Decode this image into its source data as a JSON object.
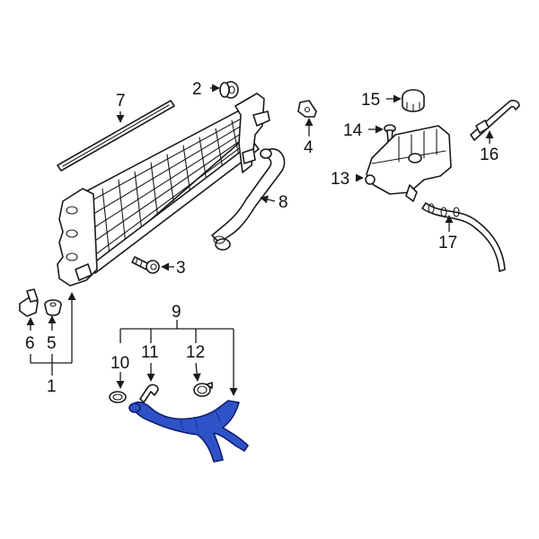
{
  "callouts": {
    "c1": "1",
    "c2": "2",
    "c3": "3",
    "c4": "4",
    "c5": "5",
    "c6": "6",
    "c7": "7",
    "c8": "8",
    "c9": "9",
    "c10": "10",
    "c11": "11",
    "c12": "12",
    "c13": "13",
    "c14": "14",
    "c15": "15",
    "c16": "16",
    "c17": "17"
  },
  "colors": {
    "highlight": "#2f52c8",
    "highlight_outline": "#0d1f6e",
    "line": "#1a1a1a",
    "background": "#ffffff"
  },
  "highlighted_part": "9"
}
